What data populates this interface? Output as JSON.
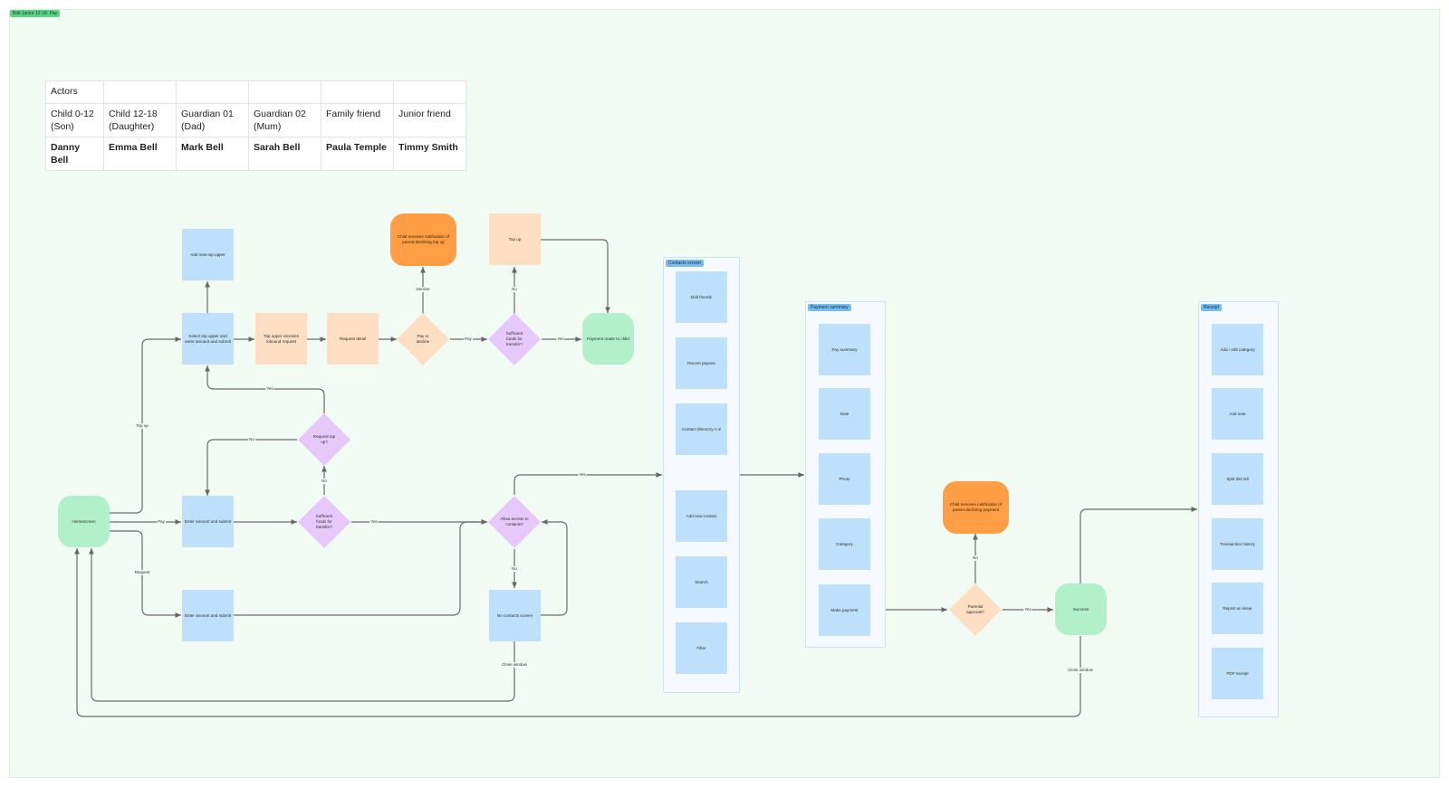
{
  "board": {
    "title": "Bolt Junior 12-18: Pay"
  },
  "actors_table": {
    "header": "Actors",
    "roles": [
      "Child 0-12 (Son)",
      "Child 12-18 (Daughter)",
      "Guardian 01 (Dad)",
      "Guardian 02 (Mum)",
      "Family friend",
      "Junior friend"
    ],
    "names": [
      "Danny Bell",
      "Emma Bell",
      "Mark Bell",
      "Sarah Bell",
      "Paula Temple",
      "Timmy Smith"
    ]
  },
  "nodes": {
    "homescreen": "Homescreen",
    "add_top_upper": "Add new top upper",
    "select_top_upper": "Select top upper and enter amount and submit",
    "top_upper_receives": "Top upper receives inbound request",
    "request_detail": "Request detail",
    "pay_or_decline": "Pay or decline",
    "sufficient_funds_top": "Sufficient funds for transfer?",
    "child_notif_topup": "Child receives notification of parent declining top up",
    "top_up": "Top up",
    "payment_made": "Payment made to child",
    "request_top_up_q": "Request top up?",
    "enter_amount_pay": "Enter amount and submit",
    "sufficient_funds_mid": "Sufficient funds for transfer?",
    "enter_amount_request": "Enter amount and submit",
    "allow_contacts": "Allow access to contacts?",
    "no_contacts": "No contacts screen",
    "child_notif_payment": "Child receives notification of parent declining payment",
    "parental_approval": "Parental approval?",
    "success": "Success"
  },
  "sections": {
    "contacts": {
      "title": "Contacts screen",
      "items": [
        "Bolt friends",
        "Recent payees",
        "Contact directory A-Z",
        "Add new contact",
        "Search",
        "Filter"
      ]
    },
    "payment_summary": {
      "title": "Payment summary",
      "items": [
        "Pay summary",
        "Note",
        "Photo",
        "Category",
        "Make payment"
      ]
    },
    "receipt": {
      "title": "Receipt",
      "items": [
        "Add / edit category",
        "Add note",
        "Split this bill",
        "Transaction history",
        "Report an issue",
        "PDF receipt"
      ]
    }
  },
  "edge_labels": {
    "top_up": "Top up",
    "pay": "Pay",
    "request": "Request",
    "decline": "Decline",
    "pay_short": "Pay",
    "no_top": "No",
    "yes_top": "Yes",
    "yes_loop": "Yes",
    "no_loop": "No",
    "no_mid": "No",
    "yes_mid": "Yes",
    "yes_contacts": "Yes",
    "no_contacts": "No",
    "close_window_1": "Close window",
    "no_parental": "No",
    "yes_parental": "Yes",
    "close_window_2": "Close window"
  }
}
